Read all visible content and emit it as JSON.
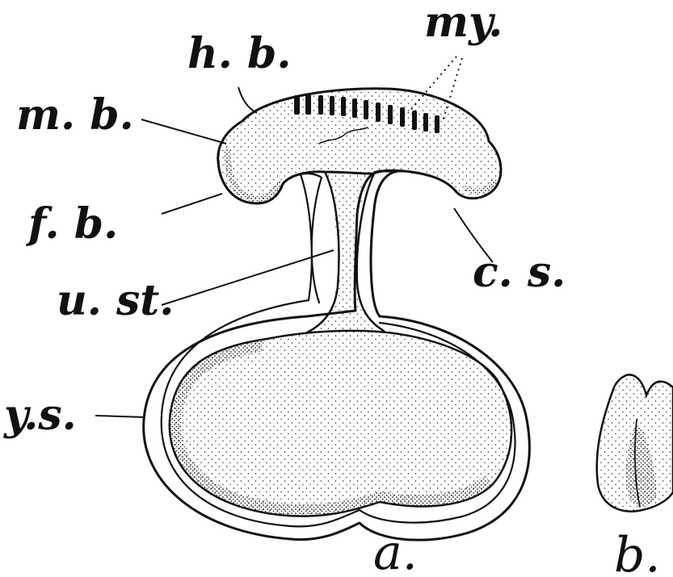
{
  "labels": {
    "hb": "h. b.",
    "my": "my.",
    "mb": "m. b.",
    "fb": "f. b.",
    "ust": "u. st.",
    "cs": "c. s.",
    "ys": "y.s.",
    "a": "a.",
    "b": "b."
  },
  "colors": {
    "ink": "#111111",
    "paper": "#ffffff"
  }
}
